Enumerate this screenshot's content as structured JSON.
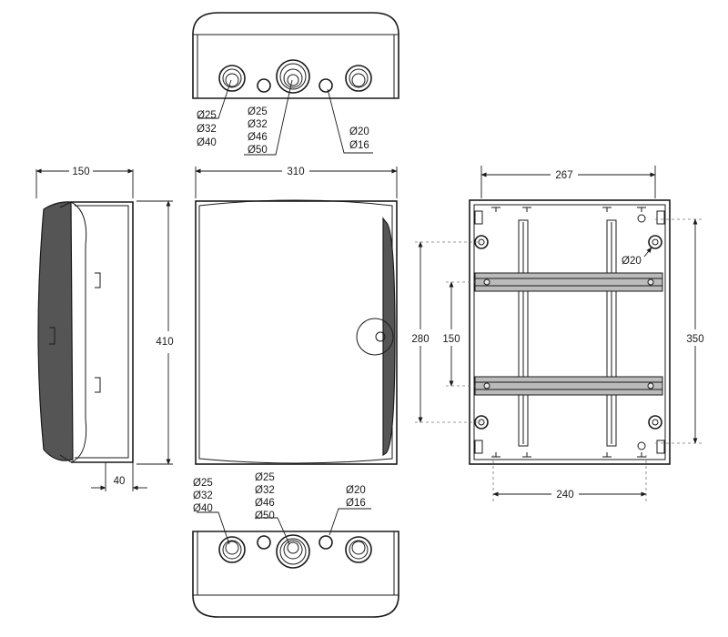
{
  "top_view": {
    "hole_labels_left": [
      "Ø25",
      "Ø32",
      "Ø40"
    ],
    "hole_labels_center": [
      "Ø25",
      "Ø32",
      "Ø46",
      "Ø50"
    ],
    "hole_labels_right": [
      "Ø20",
      "Ø16"
    ]
  },
  "bottom_view": {
    "hole_labels_left": [
      "Ø25",
      "Ø32",
      "Ø40"
    ],
    "hole_labels_center": [
      "Ø25",
      "Ø32",
      "Ø46",
      "Ø50"
    ],
    "hole_labels_right": [
      "Ø20",
      "Ø16"
    ]
  },
  "side_view": {
    "depth": "150",
    "offset": "40"
  },
  "front_view": {
    "width": "310",
    "height": "410"
  },
  "back_view": {
    "width_top": "267",
    "width_bottom": "240",
    "height_outer": "350",
    "height_mid": "280",
    "height_inner": "150",
    "mount_hole": "Ø20"
  }
}
